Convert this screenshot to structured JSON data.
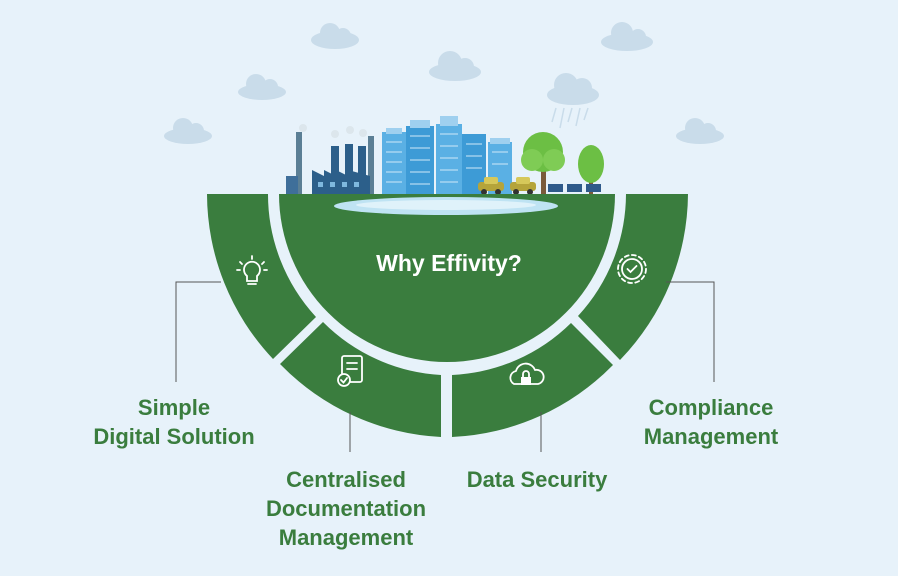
{
  "title": "Why Effivity?",
  "features": [
    {
      "name": "simple-digital-solution",
      "icon": "lightbulb-icon",
      "lines": [
        "Simple",
        "Digital Solution"
      ]
    },
    {
      "name": "centralised-documentation",
      "icon": "document-check-icon",
      "lines": [
        "Centralised",
        "Documentation",
        "Management"
      ]
    },
    {
      "name": "data-security",
      "icon": "cloud-lock-icon",
      "lines": [
        "Data Security"
      ]
    },
    {
      "name": "compliance-management",
      "icon": "gear-check-icon",
      "lines": [
        "Compliance",
        "Management"
      ]
    }
  ],
  "colors": {
    "background": "#e7f2fa",
    "green": "#3a7d3e",
    "label": "#3a7d3e",
    "connector": "#555555",
    "building": "#4fa6dc",
    "factory": "#2c5f8a",
    "cloud": "#c9dcea",
    "water": "#bfe3f3"
  }
}
